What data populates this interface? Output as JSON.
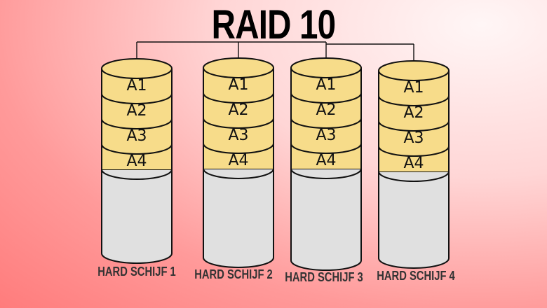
{
  "title": "RAID 10",
  "colors": {
    "stripe_fill": "#f7dc8a",
    "empty_fill": "#e0e0e0",
    "outline": "#111111"
  },
  "disks": [
    {
      "label": "HARD SCHIJF 1",
      "blocks": [
        "A1",
        "A2",
        "A3",
        "A4"
      ]
    },
    {
      "label": "HARD SCHIJF 2",
      "blocks": [
        "A1",
        "A2",
        "A3",
        "A4"
      ]
    },
    {
      "label": "HARD SCHIJF 3",
      "blocks": [
        "A1",
        "A2",
        "A3",
        "A4"
      ]
    },
    {
      "label": "HARD SCHIJF 4",
      "blocks": [
        "A1",
        "A2",
        "A3",
        "A4"
      ]
    }
  ]
}
